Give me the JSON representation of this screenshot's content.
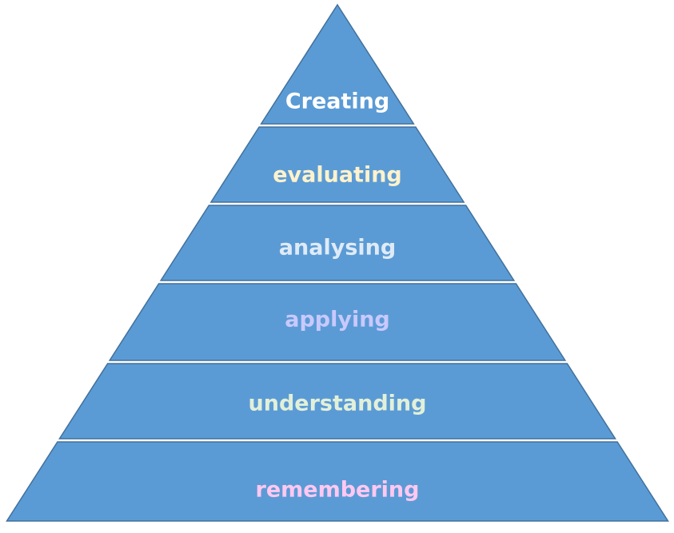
{
  "pyramid": {
    "fill_color": "#5B9BD5",
    "edge_color": "#41719C",
    "tiers": [
      {
        "label": "Creating",
        "color": "#FFFFFF"
      },
      {
        "label": "evaluating",
        "color": "#FFF2CC"
      },
      {
        "label": "analysing",
        "color": "#DEEBF7"
      },
      {
        "label": "applying",
        "color": "#C9C9FF"
      },
      {
        "label": "understanding",
        "color": "#E2F0D9"
      },
      {
        "label": "remembering",
        "color": "#FFC8F0"
      }
    ]
  }
}
